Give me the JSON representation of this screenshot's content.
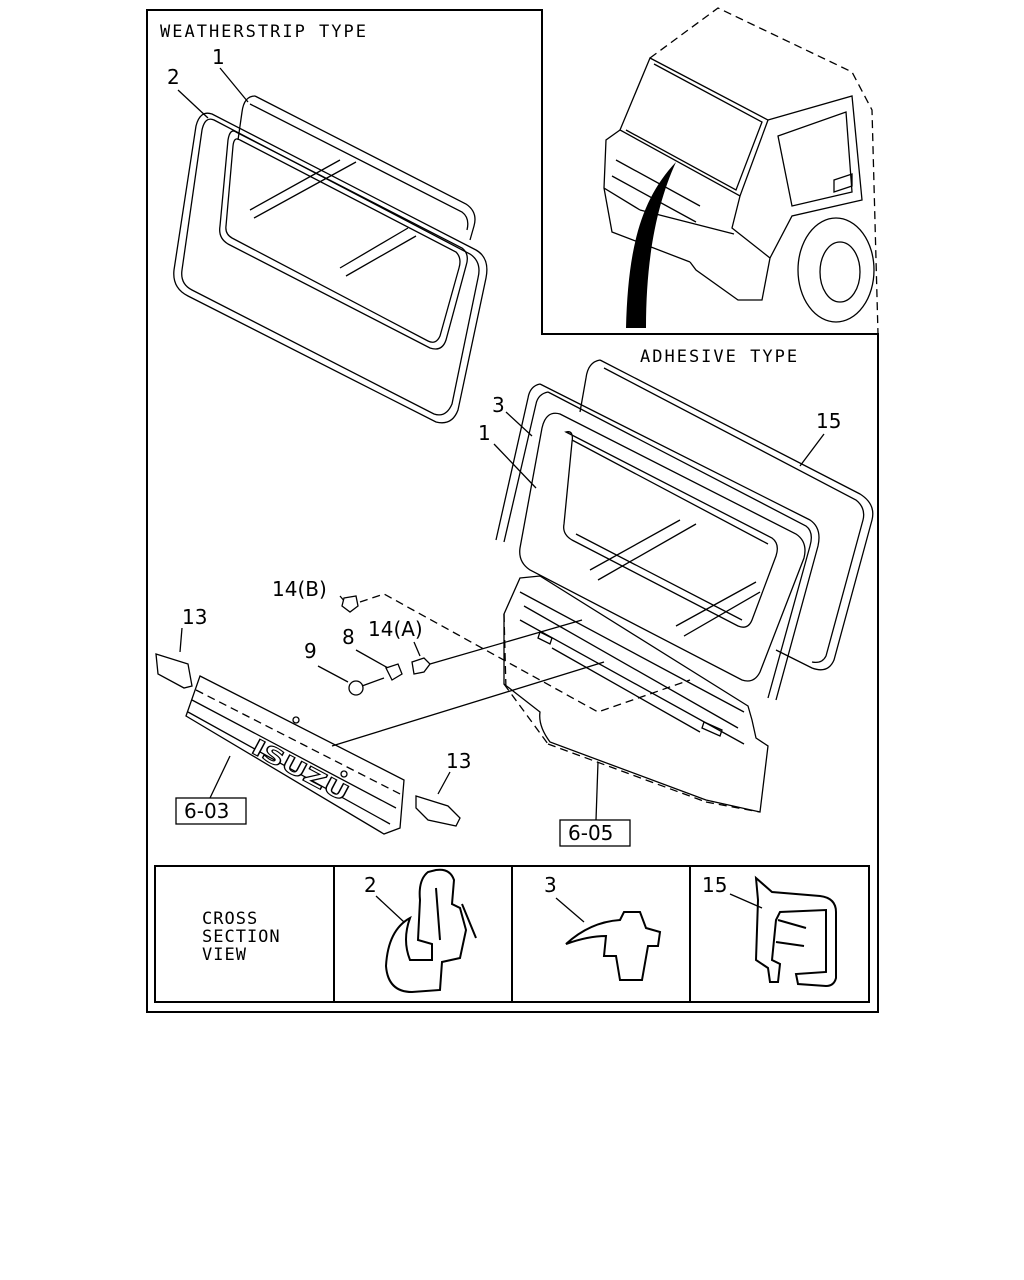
{
  "sections": {
    "weatherstrip": "WEATHERSTRIP TYPE",
    "adhesive": "ADHESIVE TYPE"
  },
  "callouts": {
    "ws_1": "1",
    "ws_2": "2",
    "ad_3": "3",
    "ad_1": "1",
    "ad_15": "15",
    "c14b": "14(B)",
    "c14a": "14(A)",
    "c8": "8",
    "c9": "9",
    "c13_left": "13",
    "c13_right": "13"
  },
  "refs": {
    "grille": "6-03",
    "panel": "6-05"
  },
  "logo": "ISUZU",
  "cross_section": {
    "title_lines": [
      "CROSS",
      "SECTION",
      "VIEW"
    ],
    "items": [
      "2",
      "3",
      "15"
    ]
  }
}
